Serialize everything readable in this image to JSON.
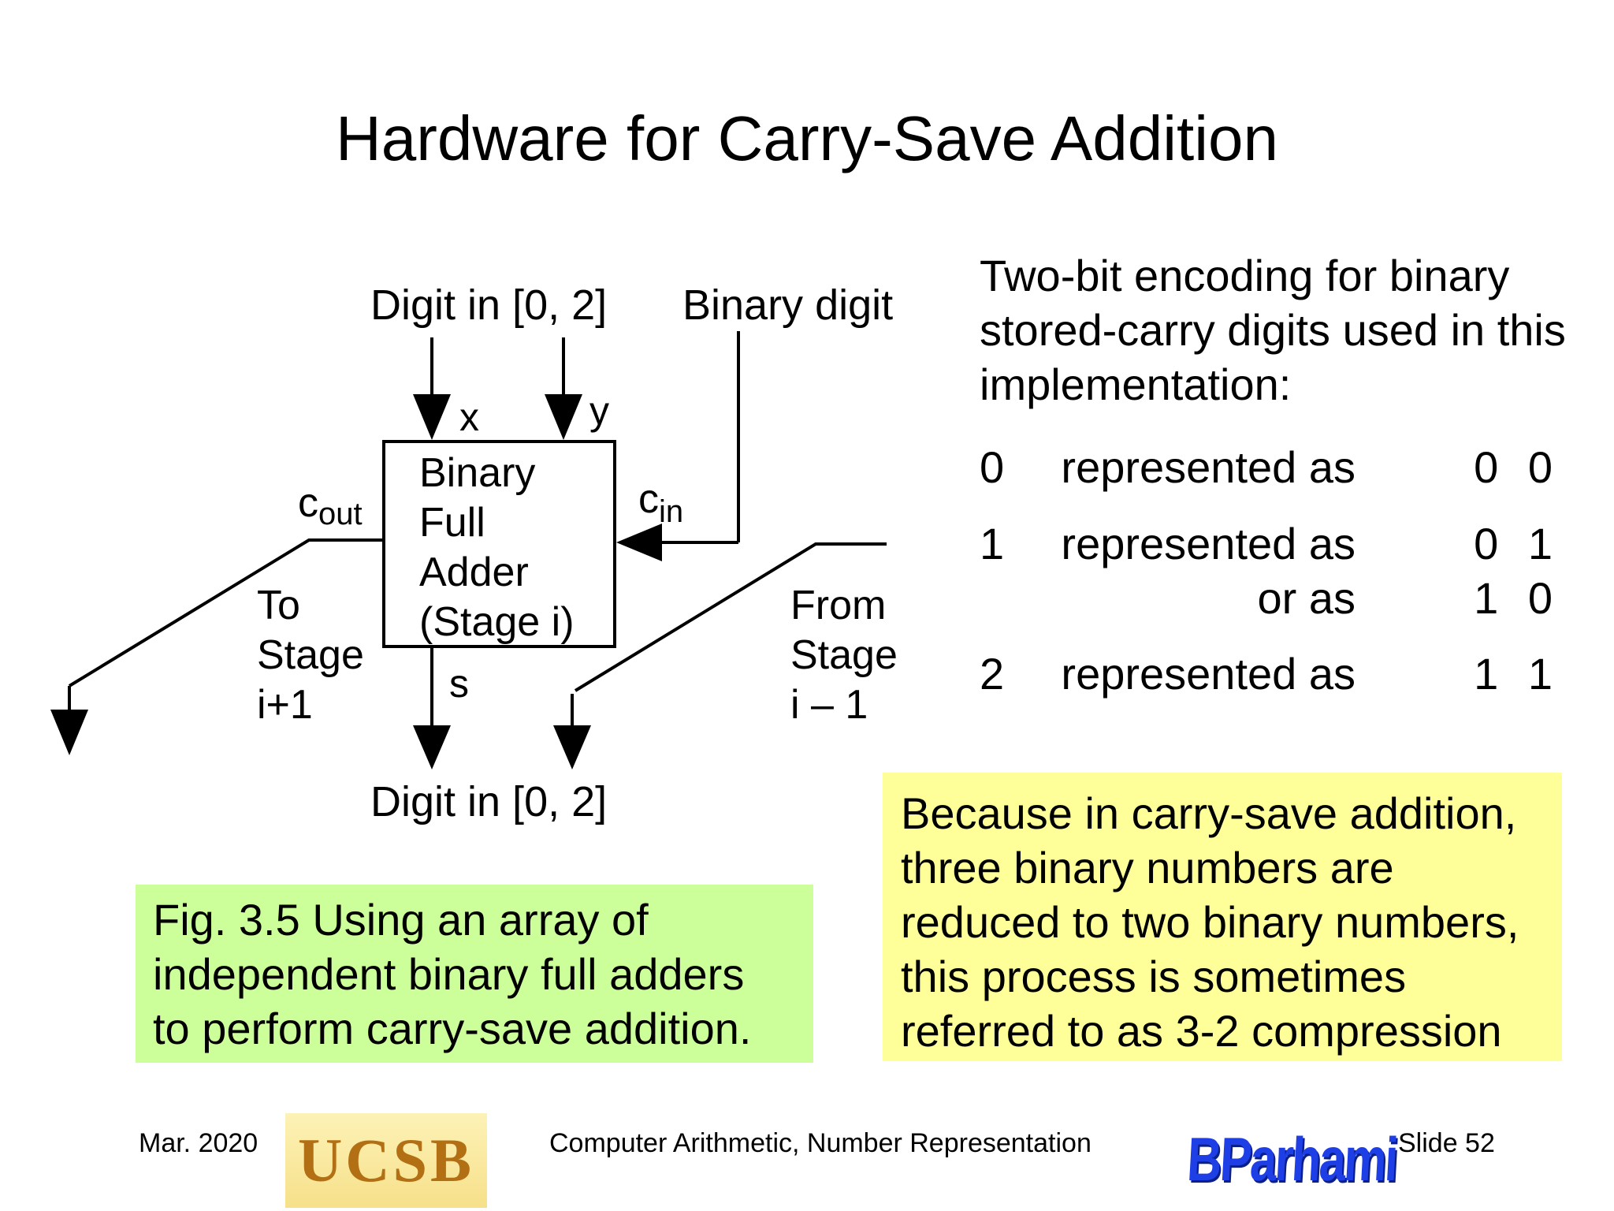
{
  "slide": {
    "title": "Hardware for Carry-Save Addition"
  },
  "diagram": {
    "top_label_left": "Digit in [0, 2]",
    "top_label_right": "Binary digit",
    "input_x": "x",
    "input_y": "y",
    "box_lines": [
      "Binary",
      "Full",
      "Adder",
      "(Stage i)"
    ],
    "cout_main": "c",
    "cout_sub": "out",
    "cin_main": "c",
    "cin_sub": "in",
    "output_s": "s",
    "to_stage_lines": [
      "To",
      "Stage",
      "i+1"
    ],
    "from_stage_lines": [
      "From",
      "Stage",
      "i – 1"
    ],
    "bottom_label": "Digit in [0, 2]"
  },
  "encoding": {
    "heading": "Two-bit encoding for binary stored-carry digits used in this implementation:",
    "rows": [
      {
        "digit": "0",
        "text": "represented as",
        "code": "0 0"
      },
      {
        "digit": "1",
        "text": "represented as",
        "code": "0 1"
      },
      {
        "digit": "",
        "text": "or as",
        "code": "1 0"
      },
      {
        "digit": "2",
        "text": "represented as",
        "code": "1 1"
      }
    ]
  },
  "figure_caption": "Fig. 3.5     Using an array of\nindependent binary full adders\nto perform carry-save addition.",
  "note": "Because in carry-save addition, three binary numbers are reduced to two binary numbers, this process is sometimes referred to as 3-2 compression",
  "footer": {
    "date": "Mar. 2020",
    "logo_left": "UCSB",
    "course": "Computer Arithmetic, Number Representation",
    "logo_right": "BParhami",
    "slide_number": "Slide 52"
  },
  "colors": {
    "caption_bg": "#ccff99",
    "note_bg": "#ffff99",
    "ucsb_gold": "#b26f14",
    "parhami_blue": "#1f3fe6"
  }
}
